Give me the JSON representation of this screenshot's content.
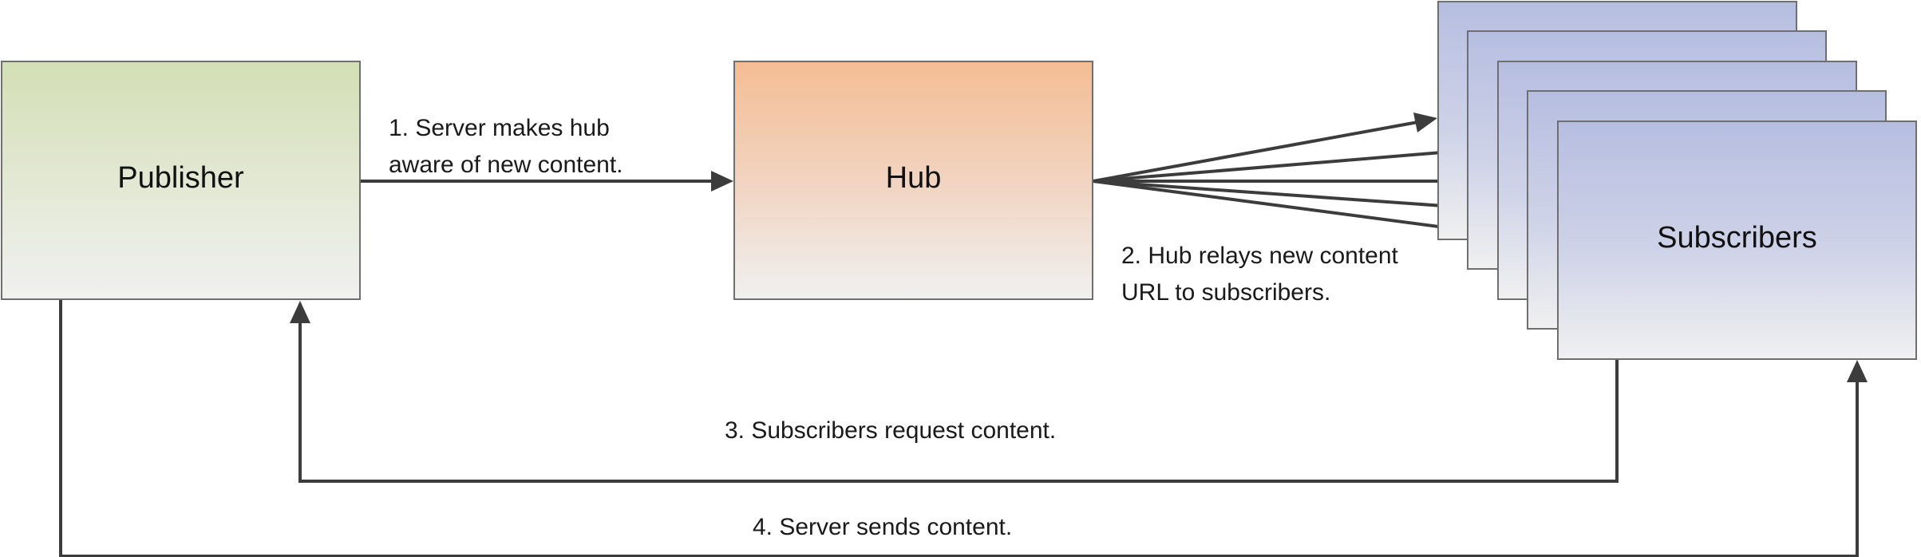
{
  "nodes": {
    "publisher": {
      "label": "Publisher"
    },
    "hub": {
      "label": "Hub"
    },
    "subscribers": {
      "label": "Subscribers"
    }
  },
  "steps": [
    {
      "id": 1,
      "line1": "1. Server makes hub",
      "line2": "aware of new content."
    },
    {
      "id": 2,
      "line1": "2. Hub relays new content",
      "line2": "URL to subscribers."
    },
    {
      "id": 3,
      "line1": "3. Subscribers request content."
    },
    {
      "id": 4,
      "line1": "4. Server sends content."
    }
  ],
  "colors": {
    "publisher": "#d3dfb5",
    "hub": "#f4bd94",
    "subscribers": "#b6bee0",
    "connector": "#3c3c3c"
  }
}
